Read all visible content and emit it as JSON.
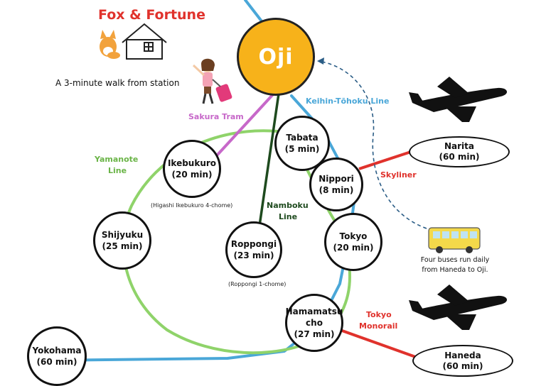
{
  "header": {
    "title": "Fox & Fortune",
    "walk_note": "A 3-minute walk from station"
  },
  "colors": {
    "yamanote": "#8fd36a",
    "keihin": "#4aa7d8",
    "namboku": "#1e4a1e",
    "sakura": "#c768c9",
    "skyliner": "#e0322c",
    "monorail": "#e0322c",
    "oji_fill": "#f7b21a"
  },
  "hub": {
    "name": "Oji"
  },
  "lines": {
    "keihin": "Keihin-Tōhoku Line",
    "sakura": "Sakura Tram",
    "yamanote_1": "Yamanote",
    "yamanote_2": "Line",
    "namboku_1": "Namboku",
    "namboku_2": "Line",
    "skyliner": "Skyliner",
    "monorail_1": "Tokyo",
    "monorail_2": "Monorail"
  },
  "stations": {
    "tabata": {
      "name": "Tabata",
      "time": "(5 min)"
    },
    "ikebukuro": {
      "name": "Ikebukuro",
      "time": "(20 min)",
      "sub": "(Higashi Ikebukuro 4-chome)"
    },
    "nippori": {
      "name": "Nippori",
      "time": "(8 min)"
    },
    "shijyuku": {
      "name": "Shijyuku",
      "time": "(25 min)"
    },
    "roppongi": {
      "name": "Roppongi",
      "time": "(23 min)",
      "sub": "(Roppongi 1-chome)"
    },
    "tokyo": {
      "name": "Tokyo",
      "time": "(20 min)"
    },
    "hamamatsucho": {
      "name1": "Hamamatsu",
      "name2": "cho",
      "time": "(27 min)"
    },
    "yokohama": {
      "name": "Yokohama",
      "time": "(60 min)"
    }
  },
  "airports": {
    "narita": {
      "name": "Narita",
      "time": "(60 min)"
    },
    "haneda": {
      "name": "Haneda",
      "time": "(60 min)"
    }
  },
  "bus_note": {
    "line1": "Four buses run daily",
    "line2": "from Haneda to Oji."
  }
}
